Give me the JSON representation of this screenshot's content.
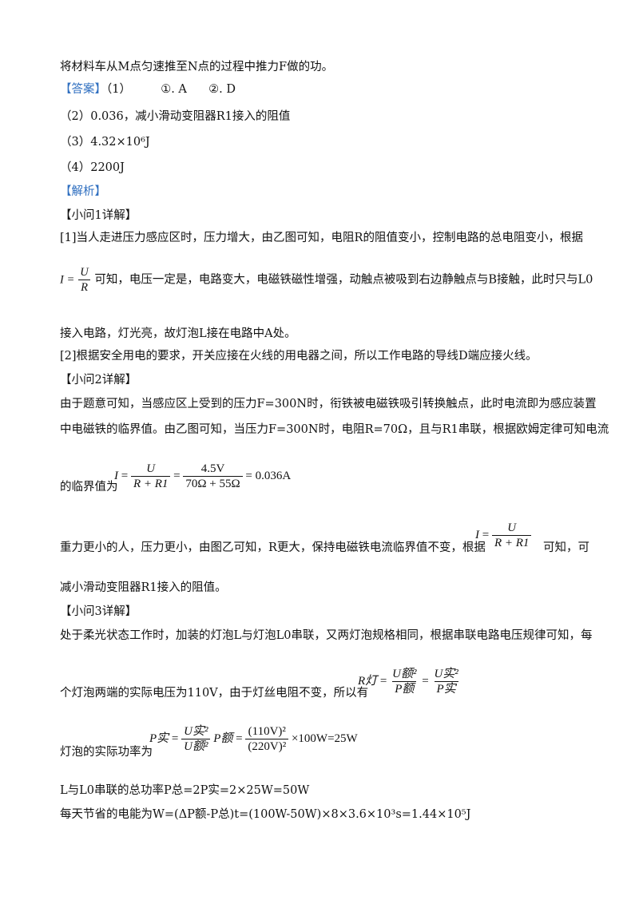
{
  "intro": "将材料车从M点匀速推至N点的过程中推力F做的功。",
  "answer": {
    "label": "【答案】",
    "q1": "（1）",
    "q1_a": "①. A",
    "q1_b": "②. D",
    "q2": "（2）0.036，减小滑动变阻器R1接入的阻值",
    "q3": "（3）4.32×10⁶J",
    "q4": "（4）2200J"
  },
  "analysis_label": "【解析】",
  "sections": {
    "s1_title": "【小问1详解】",
    "s1_p1": "[1]当人走进压力感应区时，压力增大，由乙图可知，电阻R的阻值变小，控制电路的总电阻变小，根据",
    "s1_p2": "可知，电压一定是，电路变大，电磁铁磁性增强，动触点被吸到右边静触点与B接触，此时只与L0",
    "s1_p3": "接入电路，灯光亮，故灯泡L接在电路中A处。",
    "s1_p4": "[2]根据安全用电的要求，开关应接在火线的用电器之间，所以工作电路的导线D端应接火线。",
    "s2_title": "【小问2详解】",
    "s2_p1": "由于题意可知，当感应区上受到的压力F=300N时，衔铁被电磁铁吸引转换触点，此时电流即为感应装置",
    "s2_p2": "中电磁铁的临界值。由乙图可知，当压力F=300N时，电阻R=70Ω，且与R1串联，根据欧姆定律可知电流",
    "s2_p3": "的临界值为",
    "s2_eq": "= 0.036A",
    "s2_p4": "重力更小的人，压力更小，由图乙可知，R更大，保持电磁铁电流临界值不变，根据",
    "s2_p4b": "可知，可",
    "s2_p5": "减小滑动变阻器R1接入的阻值。",
    "s3_title": "【小问3详解】",
    "s3_p1": "处于柔光状态工作时，加装的灯泡L与灯泡L0串联，又两灯泡规格相同，根据串联电路电压规律可知，每",
    "s3_p2": "个灯泡两端的实际电压为110V，由于灯丝电阻不变，所以有",
    "s3_p3": "灯泡的实际功率为",
    "s3_p3_eq": "×100W=25W",
    "s3_p4": "L与L0串联的总功率P总=2P实=2×25W=50W",
    "s3_p5": "每天节省的电能为W=(ΔP额-P总)t=(100W-50W)×8×3.6×10³s=1.44×10⁵J"
  },
  "formula": {
    "I": "I",
    "eq": "=",
    "U": "U",
    "R": "R",
    "R_plus_R1": "R + R1",
    "val_num": "4.5V",
    "val_den": "70Ω + 55Ω",
    "R_lamp": "R灯",
    "U_rated_sq": "U额²",
    "P_rated": "P额",
    "U_real_sq": "U实²",
    "P_real": "P实",
    "P_real_lhs": "P实",
    "P_rated_factor": "P额",
    "ratio_num": "(110V)²",
    "ratio_den": "(220V)²"
  }
}
